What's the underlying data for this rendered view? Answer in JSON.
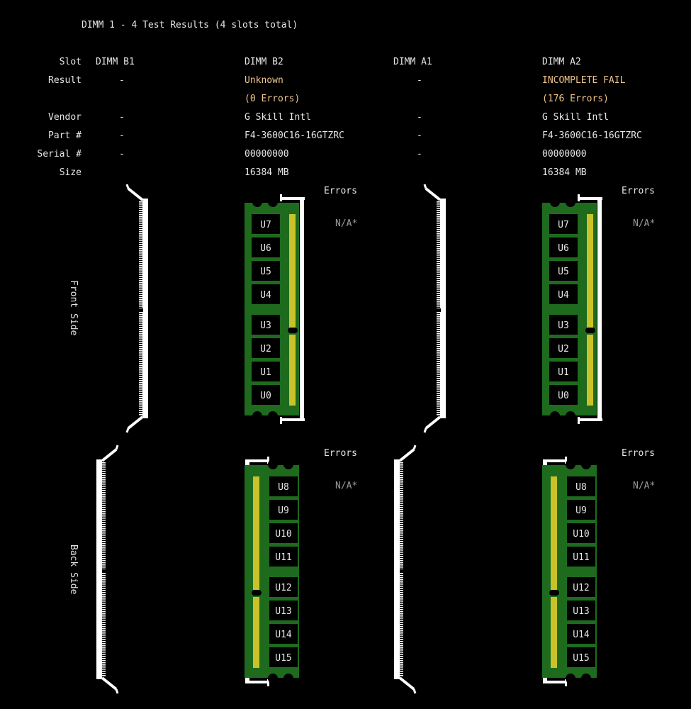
{
  "header": {
    "title": "DIMM 1 - 4 Test Results (4 slots total)"
  },
  "rows": {
    "slot": "Slot",
    "result": "Result",
    "vendor": "Vendor",
    "part": "Part #",
    "serial": "Serial #",
    "size": "Size"
  },
  "sides": {
    "front": "Front Side",
    "back": "Back Side"
  },
  "errors_header": "Errors",
  "colors": {
    "pcb": "#1e6b1e",
    "contacts": "#c9c22a",
    "result_text": "#f0c48c"
  },
  "slots": [
    {
      "name": "DIMM B1",
      "result": "-",
      "vendor": "-",
      "part": "-",
      "serial": "-",
      "populated": false
    },
    {
      "name": "DIMM B2",
      "result": "Unknown",
      "errors": "(0 Errors)",
      "vendor": "G Skill Intl",
      "part": "F4-3600C16-16GTZRC",
      "serial": "00000000",
      "size": "16384 MB",
      "populated": true,
      "front_errors": "N/A*",
      "back_errors": "N/A*",
      "front_chips": [
        "U7",
        "U6",
        "U5",
        "U4",
        "U3",
        "U2",
        "U1",
        "U0"
      ],
      "back_chips": [
        "U8",
        "U9",
        "U10",
        "U11",
        "U12",
        "U13",
        "U14",
        "U15"
      ]
    },
    {
      "name": "DIMM A1",
      "result": "-",
      "vendor": "-",
      "part": "-",
      "serial": "-",
      "populated": false
    },
    {
      "name": "DIMM A2",
      "result": "INCOMPLETE FAIL",
      "errors": "(176 Errors)",
      "vendor": "G Skill Intl",
      "part": "F4-3600C16-16GTZRC",
      "serial": "00000000",
      "size": "16384 MB",
      "populated": true,
      "front_errors": "N/A*",
      "back_errors": "N/A*",
      "front_chips": [
        "U7",
        "U6",
        "U5",
        "U4",
        "U3",
        "U2",
        "U1",
        "U0"
      ],
      "back_chips": [
        "U8",
        "U9",
        "U10",
        "U11",
        "U12",
        "U13",
        "U14",
        "U15"
      ]
    }
  ]
}
